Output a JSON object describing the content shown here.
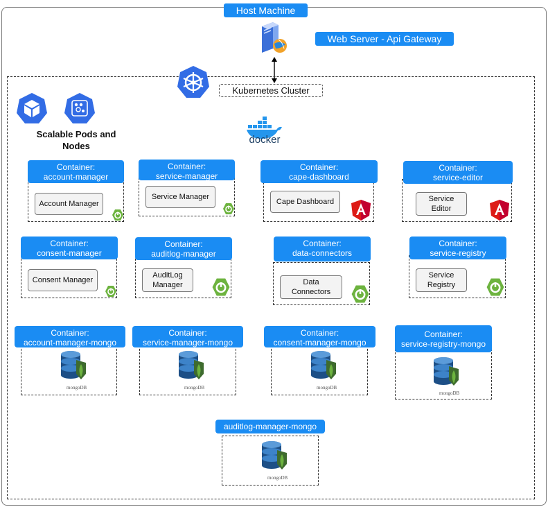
{
  "host_machine": {
    "title": "Host Machine"
  },
  "web_server": {
    "label": "Web Server - Api Gateway"
  },
  "kubernetes": {
    "label": "Kubernetes Cluster",
    "pods_label": "Scalable Pods and Nodes"
  },
  "docker": {
    "label": "docker"
  },
  "containers": {
    "account_manager": {
      "title1": "Container:",
      "title2": "account-manager",
      "service": "Account Manager",
      "badge": "spring-boot-icon"
    },
    "service_manager": {
      "title1": "Container:",
      "title2": "service-manager",
      "service": "Service Manager",
      "badge": "spring-boot-icon"
    },
    "cape_dashboard": {
      "title1": "Container:",
      "title2": "cape-dashboard",
      "service": "Cape Dashboard",
      "badge": "angular-icon"
    },
    "service_editor": {
      "title1": "Container:",
      "title2": "service-editor",
      "service_l1": "Service",
      "service_l2": "Editor",
      "badge": "angular-icon"
    },
    "consent_manager": {
      "title1": "Container:",
      "title2": "consent-manager",
      "service": "Consent Manager",
      "badge": "spring-boot-icon"
    },
    "auditlog_manager": {
      "title1": "Container:",
      "title2": "auditlog-manager",
      "service_l1": "AuditLog",
      "service_l2": "Manager",
      "badge": "spring-boot-icon"
    },
    "data_connectors": {
      "title1": "Container:",
      "title2": "data-connectors",
      "service_l1": "Data",
      "service_l2": "Connectors",
      "badge": "spring-boot-icon"
    },
    "service_registry": {
      "title1": "Container:",
      "title2": "service-registry",
      "service_l1": "Service",
      "service_l2": "Registry",
      "badge": "spring-boot-icon"
    }
  },
  "mongo_containers": {
    "account_manager_mongo": {
      "title1": "Container:",
      "title2": "account-manager-mongo"
    },
    "service_manager_mongo": {
      "title1": "Container:",
      "title2": "service-manager-mongo"
    },
    "consent_manager_mongo": {
      "title1": "Container:",
      "title2": "consent-manager-mongo"
    },
    "service_registry_mongo": {
      "title1": "Container:",
      "title2": "service-registry-mongo"
    },
    "auditlog_manager_mongo": {
      "title": "auditlog-manager-mongo"
    }
  },
  "mongodb": {
    "label": "mongoDB"
  },
  "colors": {
    "accent": "#1a8cf3",
    "spring": "#6db33f",
    "angular": "#dd1b16",
    "mongo": "#4fa94d",
    "k8s": "#326ce5"
  }
}
